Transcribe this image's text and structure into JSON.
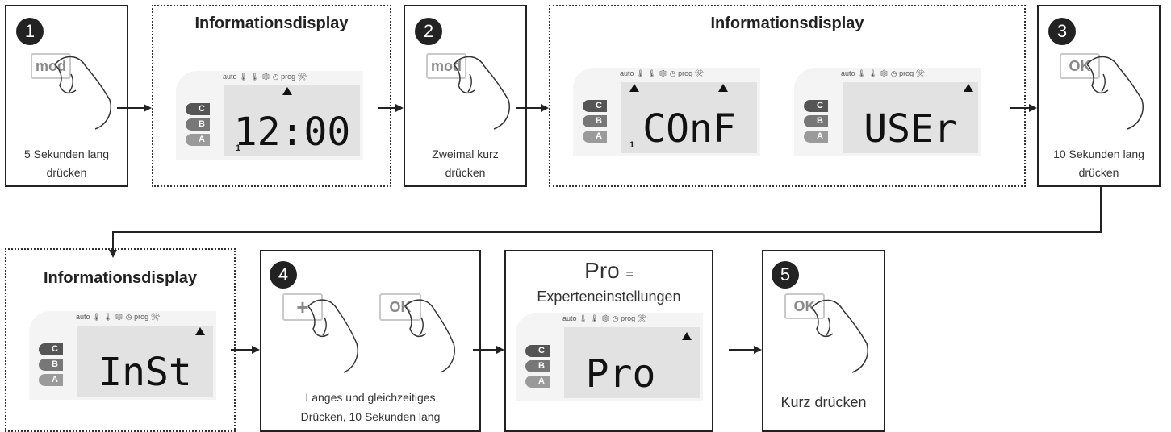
{
  "steps": [
    {
      "number": "1",
      "button": "mod",
      "caption_lines": [
        "5 Sekunden lang",
        "drücken"
      ]
    },
    {
      "number": "2",
      "button": "mod",
      "caption_lines": [
        "Zweimal kurz",
        "drücken"
      ]
    },
    {
      "number": "3",
      "button": "OK",
      "caption_lines": [
        "10 Sekunden lang",
        "drücken"
      ]
    },
    {
      "number": "4",
      "buttons": [
        "+",
        "OK"
      ],
      "caption_lines": [
        "Langes und gleichzeitiges",
        "Drücken, 10 Sekunden lang"
      ]
    },
    {
      "number": "5",
      "button": "OK",
      "caption_lines": [
        "Kurz drücken"
      ]
    }
  ],
  "info_title": "Informationsdisplay",
  "pro_box": {
    "title": "Pro",
    "equals": "=",
    "subtitle": "Experteneinstellungen"
  },
  "lcd": {
    "icons": {
      "auto": "auto",
      "prog": "prog",
      "thermo": "thermometer-icon",
      "snow": "snowflake-icon",
      "clock": "clock-icon",
      "wrench": "wrench-icon"
    },
    "modes": [
      "C",
      "B",
      "A"
    ],
    "displays": {
      "clock": {
        "text": "12:00",
        "index": "1"
      },
      "conf": {
        "text": "COnF",
        "index": "1"
      },
      "user": {
        "text": "USEr"
      },
      "inst": {
        "text": "InSt"
      },
      "pro": {
        "text": "Pro"
      }
    }
  },
  "colors": {
    "line": "#222222",
    "mode_dark": "#555555",
    "mode_mid": "#777777",
    "mode_light": "#9a9a9a",
    "screen": "#e2e2e2"
  }
}
